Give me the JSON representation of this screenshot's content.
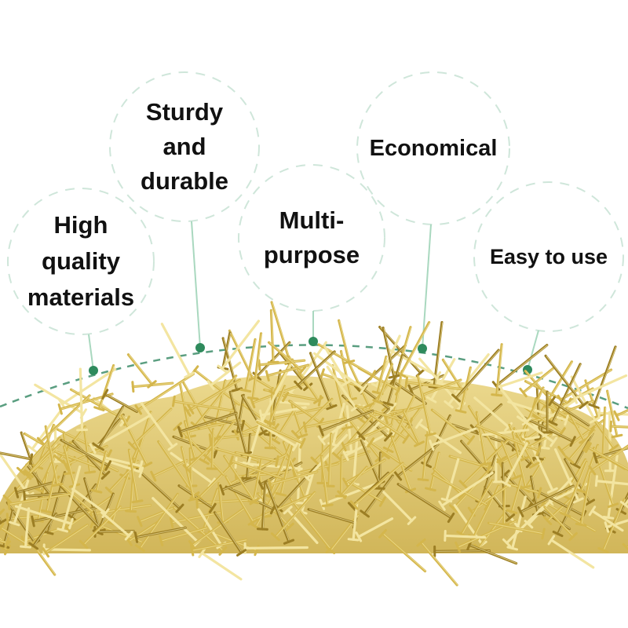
{
  "features": {
    "high_quality": "High\nquality\nmaterials",
    "sturdy": "Sturdy\nand\ndurable",
    "multi_purpose": "Multi-\npurpose",
    "economical": "Economical",
    "easy": "Easy to use"
  },
  "colors": {
    "circle_outline": "#cfe6da",
    "connector": "#a9d8bf",
    "arc": "#5a9e80",
    "dot": "#2e8a5c",
    "nail_gold": "#d4b64c",
    "nail_highlight": "#f3e5a1",
    "nail_shadow": "#9c7e24",
    "text": "#111111"
  },
  "image_content": {
    "subject": "pile of brass-plated nails",
    "icon_names": [
      "feature-circle",
      "connector-dot"
    ]
  }
}
